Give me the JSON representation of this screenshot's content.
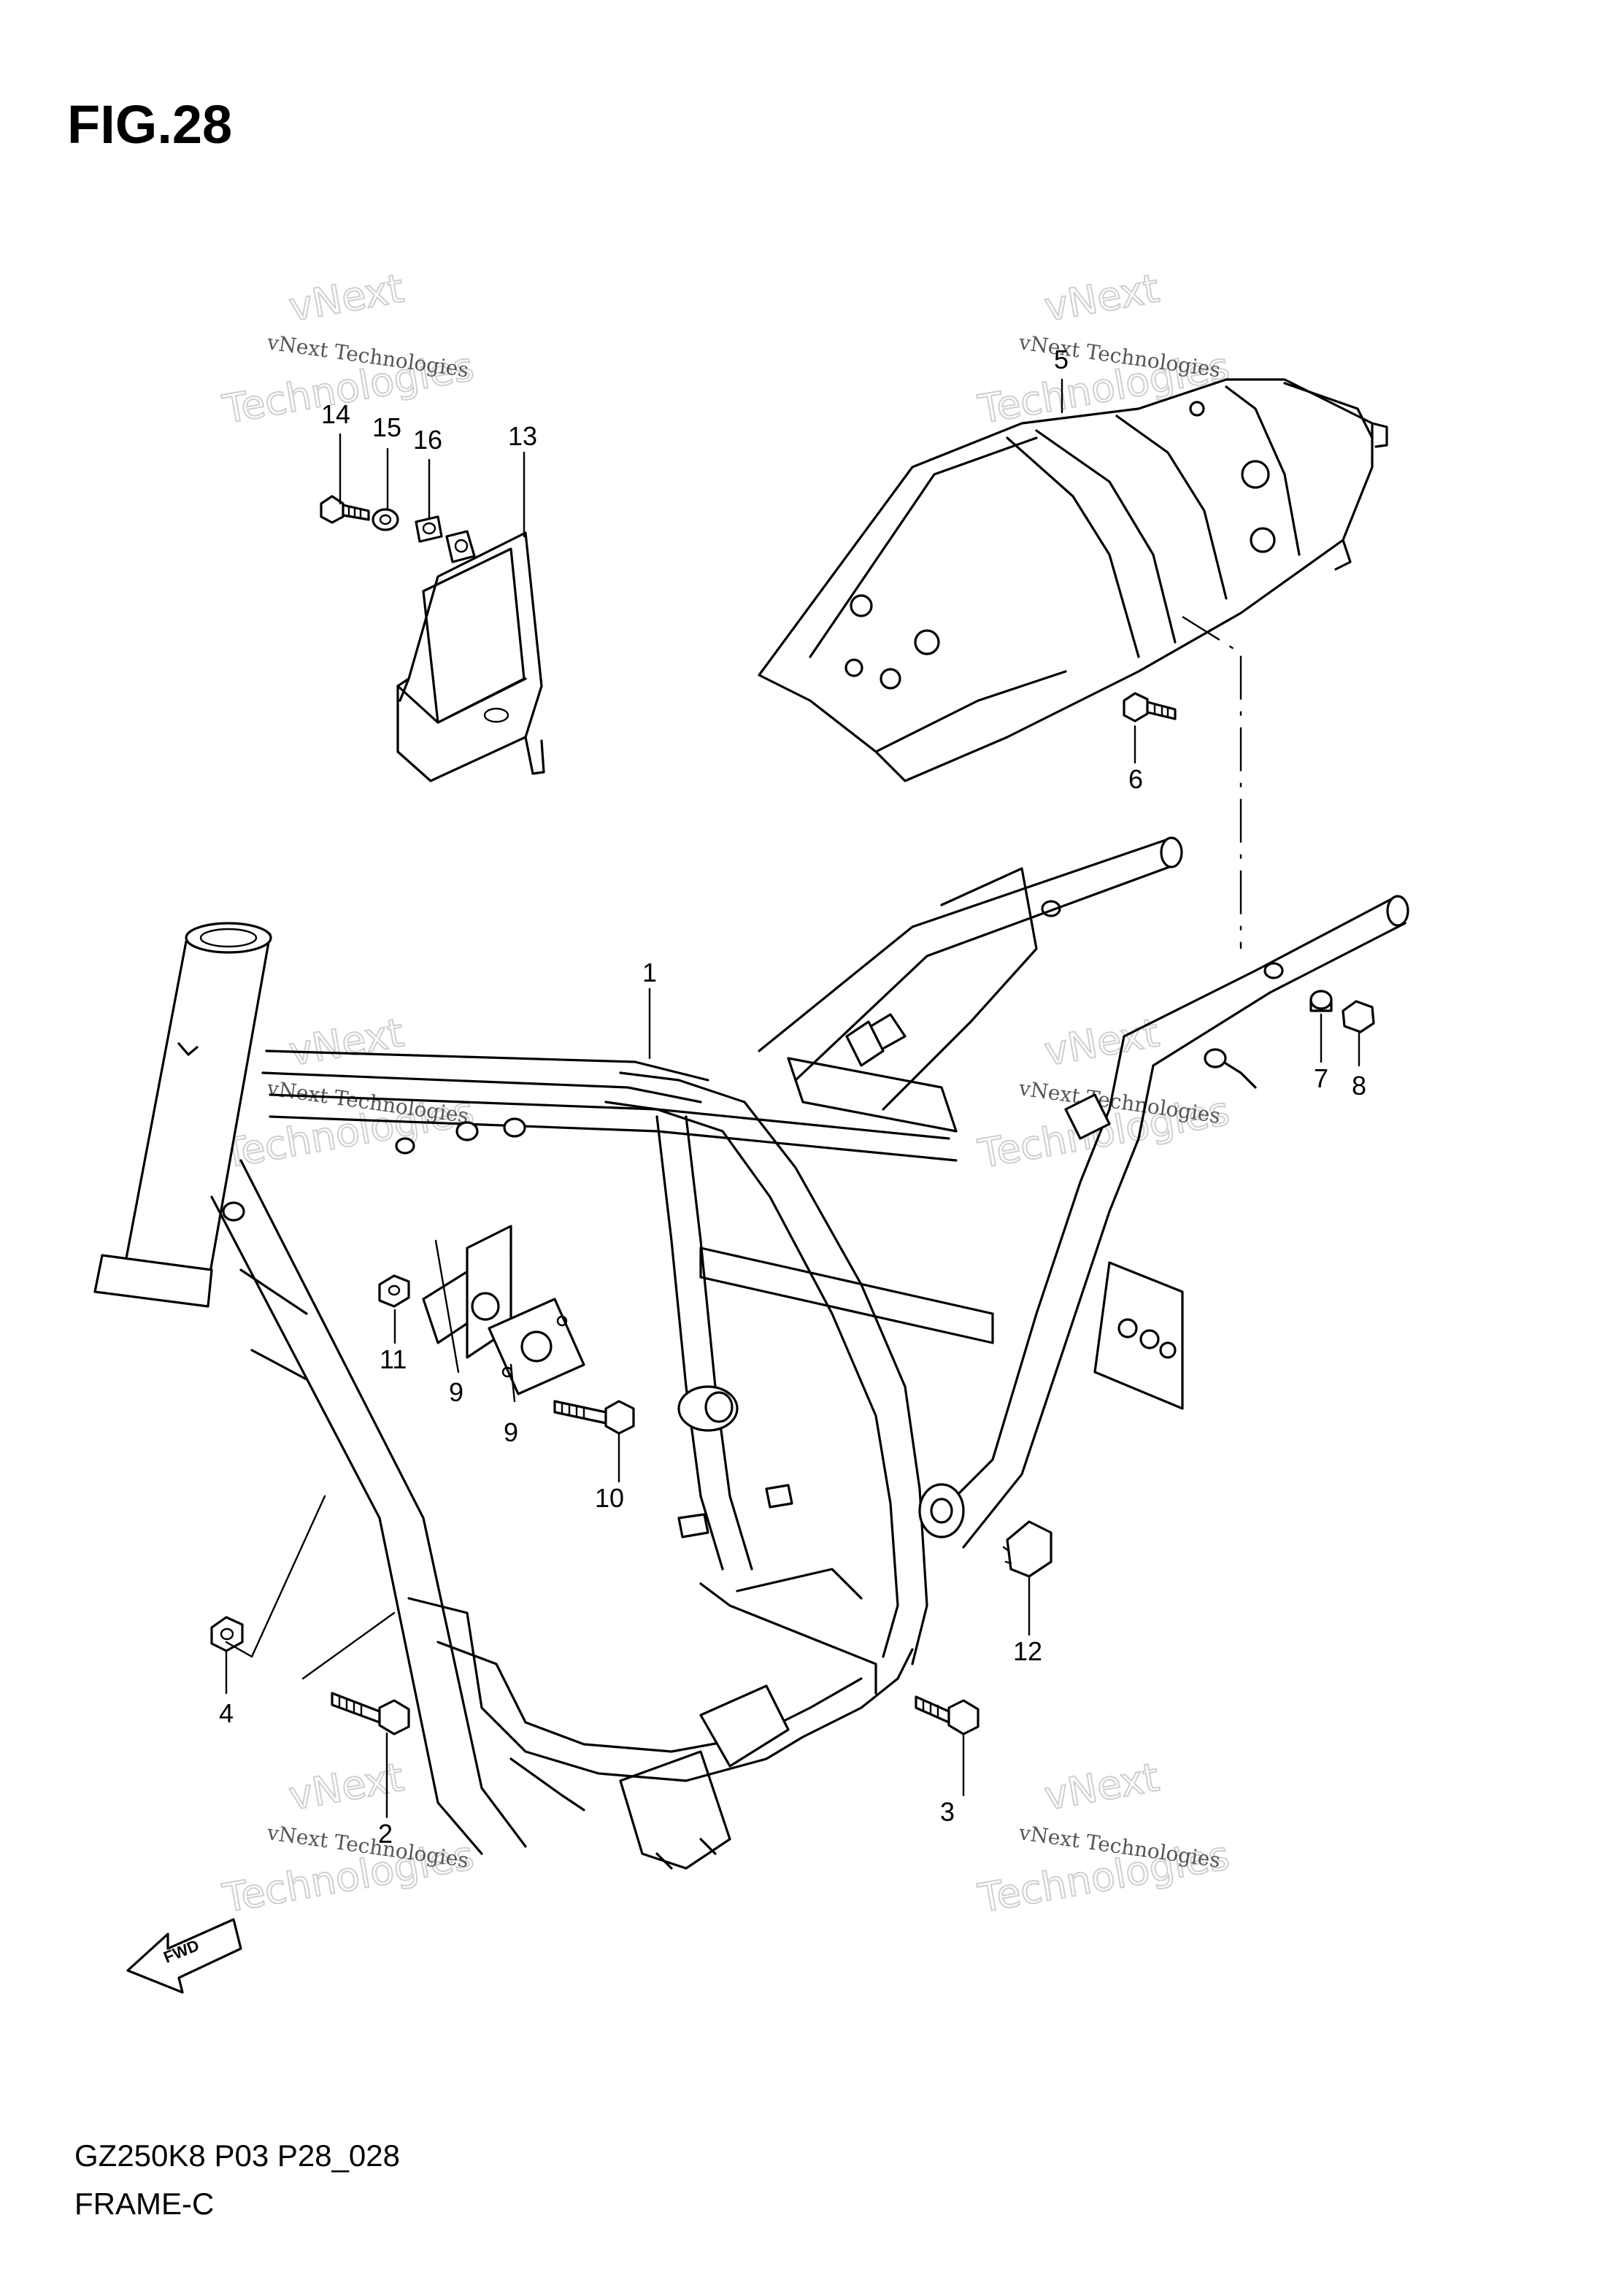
{
  "figure": {
    "title": "FIG.28",
    "model_code": "GZ250K8 P03 P28_028",
    "section_name": "FRAME-C"
  },
  "watermark": {
    "line_top": "vNext",
    "line_mid": "vNext Technologies",
    "line_big": "Technologies"
  },
  "fwd_label": "FWD",
  "callouts": [
    {
      "id": "c1",
      "text": "1"
    },
    {
      "id": "c2",
      "text": "2"
    },
    {
      "id": "c3",
      "text": "3"
    },
    {
      "id": "c4",
      "text": "4"
    },
    {
      "id": "c5",
      "text": "5"
    },
    {
      "id": "c6",
      "text": "6"
    },
    {
      "id": "c7",
      "text": "7"
    },
    {
      "id": "c8",
      "text": "8"
    },
    {
      "id": "c9a",
      "text": "9"
    },
    {
      "id": "c9b",
      "text": "9"
    },
    {
      "id": "c10",
      "text": "10"
    },
    {
      "id": "c11",
      "text": "11"
    },
    {
      "id": "c12",
      "text": "12"
    },
    {
      "id": "c13",
      "text": "13"
    },
    {
      "id": "c14",
      "text": "14"
    },
    {
      "id": "c15",
      "text": "15"
    },
    {
      "id": "c16",
      "text": "16"
    }
  ]
}
